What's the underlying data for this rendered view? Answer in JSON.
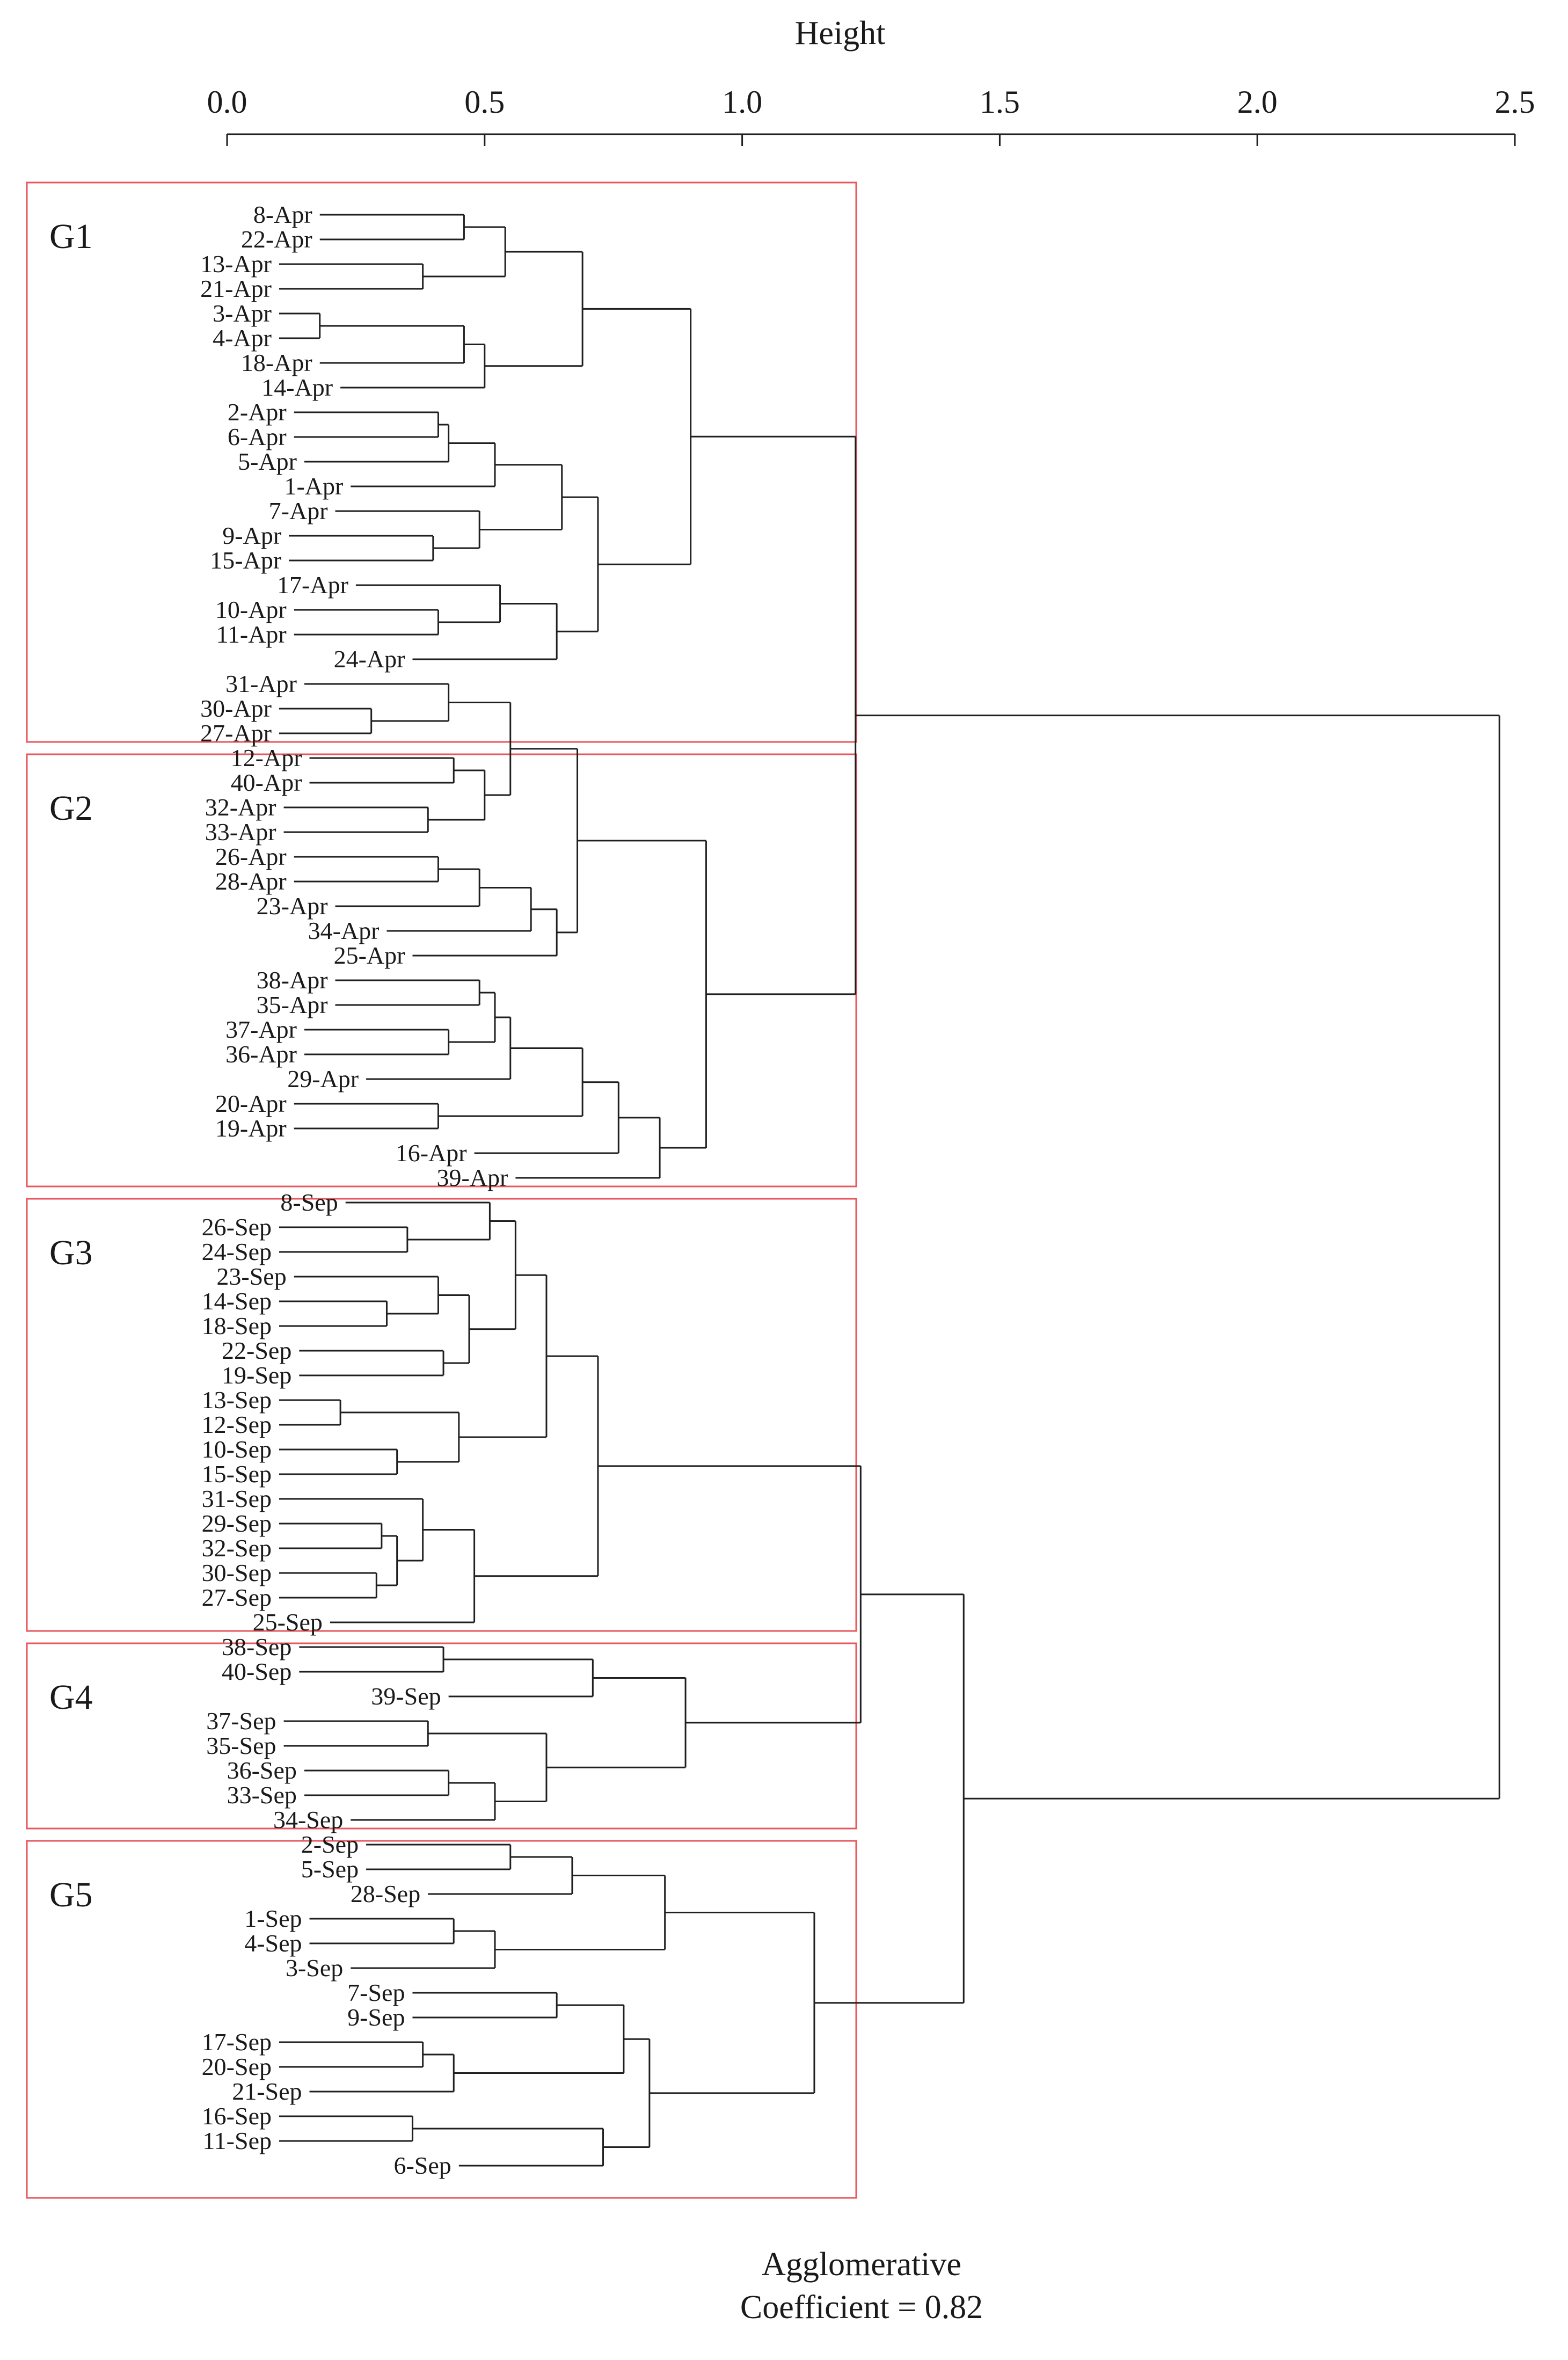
{
  "chart_data": {
    "type": "dendrogram",
    "axis": {
      "label": "Height",
      "range": [
        0,
        2.5
      ],
      "ticks": [
        "0.0",
        "0.5",
        "1.0",
        "1.5",
        "2.0",
        "2.5"
      ],
      "position": "top"
    },
    "groups": [
      {
        "name": "G1",
        "color": "#e8575c"
      },
      {
        "name": "G2",
        "color": "#e8575c"
      },
      {
        "name": "G3",
        "color": "#e8575c"
      },
      {
        "name": "G4",
        "color": "#e8575c"
      },
      {
        "name": "G5",
        "color": "#e8575c"
      }
    ],
    "leaves": [
      "8-Apr",
      "22-Apr",
      "13-Apr",
      "21-Apr",
      "3-Apr",
      "4-Apr",
      "18-Apr",
      "14-Apr",
      "2-Apr",
      "6-Apr",
      "5-Apr",
      "1-Apr",
      "7-Apr",
      "9-Apr",
      "15-Apr",
      "17-Apr",
      "10-Apr",
      "11-Apr",
      "24-Apr",
      "31-Apr",
      "30-Apr",
      "27-Apr",
      "12-Apr",
      "40-Apr",
      "32-Apr",
      "33-Apr",
      "26-Apr",
      "28-Apr",
      "23-Apr",
      "34-Apr",
      "25-Apr",
      "38-Apr",
      "35-Apr",
      "37-Apr",
      "36-Apr",
      "29-Apr",
      "20-Apr",
      "19-Apr",
      "16-Apr",
      "39-Apr",
      "8-Sep",
      "26-Sep",
      "24-Sep",
      "23-Sep",
      "14-Sep",
      "18-Sep",
      "22-Sep",
      "19-Sep",
      "13-Sep",
      "12-Sep",
      "10-Sep",
      "15-Sep",
      "31-Sep",
      "29-Sep",
      "32-Sep",
      "30-Sep",
      "27-Sep",
      "25-Sep",
      "38-Sep",
      "40-Sep",
      "39-Sep",
      "37-Sep",
      "35-Sep",
      "36-Sep",
      "33-Sep",
      "34-Sep",
      "2-Sep",
      "5-Sep",
      "28-Sep",
      "1-Sep",
      "4-Sep",
      "3-Sep",
      "7-Sep",
      "9-Sep",
      "17-Sep",
      "20-Sep",
      "21-Sep",
      "16-Sep",
      "11-Sep",
      "6-Sep"
    ],
    "merges": [
      {
        "id": "m1",
        "children": [
          "8-Apr",
          "22-Apr"
        ],
        "height": 0.46
      },
      {
        "id": "m2",
        "children": [
          "13-Apr",
          "21-Apr"
        ],
        "height": 0.38
      },
      {
        "id": "m3",
        "children": [
          "m1",
          "m2"
        ],
        "height": 0.54
      },
      {
        "id": "m4",
        "children": [
          "3-Apr",
          "4-Apr"
        ],
        "height": 0.18
      },
      {
        "id": "m5",
        "children": [
          "m4",
          "18-Apr"
        ],
        "height": 0.46
      },
      {
        "id": "m6",
        "children": [
          "m5",
          "14-Apr"
        ],
        "height": 0.5
      },
      {
        "id": "m7",
        "children": [
          "m3",
          "m6"
        ],
        "height": 0.69
      },
      {
        "id": "m8",
        "children": [
          "2-Apr",
          "6-Apr"
        ],
        "height": 0.41
      },
      {
        "id": "m9",
        "children": [
          "m8",
          "5-Apr"
        ],
        "height": 0.43
      },
      {
        "id": "m10",
        "children": [
          "m9",
          "1-Apr"
        ],
        "height": 0.52
      },
      {
        "id": "m11",
        "children": [
          "9-Apr",
          "15-Apr"
        ],
        "height": 0.4
      },
      {
        "id": "m12",
        "children": [
          "7-Apr",
          "m11"
        ],
        "height": 0.49
      },
      {
        "id": "m13",
        "children": [
          "m10",
          "m12"
        ],
        "height": 0.65
      },
      {
        "id": "m14",
        "children": [
          "10-Apr",
          "11-Apr"
        ],
        "height": 0.41
      },
      {
        "id": "m15",
        "children": [
          "17-Apr",
          "m14"
        ],
        "height": 0.53
      },
      {
        "id": "m16",
        "children": [
          "m15",
          "24-Apr"
        ],
        "height": 0.64
      },
      {
        "id": "m17",
        "children": [
          "m13",
          "m16"
        ],
        "height": 0.72
      },
      {
        "id": "m18",
        "children": [
          "m7",
          "m17"
        ],
        "height": 0.9
      },
      {
        "id": "m19",
        "children": [
          "30-Apr",
          "27-Apr"
        ],
        "height": 0.28
      },
      {
        "id": "m20",
        "children": [
          "31-Apr",
          "m19"
        ],
        "height": 0.43
      },
      {
        "id": "m21",
        "children": [
          "12-Apr",
          "40-Apr"
        ],
        "height": 0.44
      },
      {
        "id": "m22",
        "children": [
          "32-Apr",
          "33-Apr"
        ],
        "height": 0.39
      },
      {
        "id": "m23",
        "children": [
          "m21",
          "m22"
        ],
        "height": 0.5
      },
      {
        "id": "m24",
        "children": [
          "m20",
          "m23"
        ],
        "height": 0.55
      },
      {
        "id": "m25",
        "children": [
          "26-Apr",
          "28-Apr"
        ],
        "height": 0.41
      },
      {
        "id": "m26",
        "children": [
          "m25",
          "23-Apr"
        ],
        "height": 0.49
      },
      {
        "id": "m27",
        "children": [
          "m26",
          "34-Apr"
        ],
        "height": 0.59
      },
      {
        "id": "m28",
        "children": [
          "m27",
          "25-Apr"
        ],
        "height": 0.64
      },
      {
        "id": "m29",
        "children": [
          "m24",
          "m28"
        ],
        "height": 0.68
      },
      {
        "id": "m30",
        "children": [
          "38-Apr",
          "35-Apr"
        ],
        "height": 0.49
      },
      {
        "id": "m31",
        "children": [
          "37-Apr",
          "36-Apr"
        ],
        "height": 0.43
      },
      {
        "id": "m32",
        "children": [
          "m30",
          "m31"
        ],
        "height": 0.52
      },
      {
        "id": "m33",
        "children": [
          "m32",
          "29-Apr"
        ],
        "height": 0.55
      },
      {
        "id": "m34",
        "children": [
          "20-Apr",
          "19-Apr"
        ],
        "height": 0.41
      },
      {
        "id": "m35",
        "children": [
          "m33",
          "m34"
        ],
        "height": 0.69
      },
      {
        "id": "m36",
        "children": [
          "m35",
          "16-Apr"
        ],
        "height": 0.76
      },
      {
        "id": "m37",
        "children": [
          "m36",
          "39-Apr"
        ],
        "height": 0.84
      },
      {
        "id": "m38",
        "children": [
          "m29",
          "m37"
        ],
        "height": 0.93
      },
      {
        "id": "m39",
        "children": [
          "m18",
          "m38"
        ],
        "height": 1.22
      },
      {
        "id": "m40",
        "children": [
          "26-Sep",
          "24-Sep"
        ],
        "height": 0.35
      },
      {
        "id": "m41",
        "children": [
          "8-Sep",
          "m40"
        ],
        "height": 0.51
      },
      {
        "id": "m42",
        "children": [
          "14-Sep",
          "18-Sep"
        ],
        "height": 0.31
      },
      {
        "id": "m43",
        "children": [
          "23-Sep",
          "m42"
        ],
        "height": 0.41
      },
      {
        "id": "m44",
        "children": [
          "22-Sep",
          "19-Sep"
        ],
        "height": 0.42
      },
      {
        "id": "m45",
        "children": [
          "m43",
          "m44"
        ],
        "height": 0.47
      },
      {
        "id": "m46",
        "children": [
          "m41",
          "m45"
        ],
        "height": 0.56
      },
      {
        "id": "m47",
        "children": [
          "13-Sep",
          "12-Sep"
        ],
        "height": 0.22
      },
      {
        "id": "m48",
        "children": [
          "10-Sep",
          "15-Sep"
        ],
        "height": 0.33
      },
      {
        "id": "m49",
        "children": [
          "m47",
          "m48"
        ],
        "height": 0.45
      },
      {
        "id": "m50",
        "children": [
          "m46",
          "m49"
        ],
        "height": 0.62
      },
      {
        "id": "m51",
        "children": [
          "29-Sep",
          "32-Sep"
        ],
        "height": 0.3
      },
      {
        "id": "m52",
        "children": [
          "30-Sep",
          "27-Sep"
        ],
        "height": 0.29
      },
      {
        "id": "m53",
        "children": [
          "m51",
          "m52"
        ],
        "height": 0.33
      },
      {
        "id": "m54",
        "children": [
          "31-Sep",
          "m53"
        ],
        "height": 0.38
      },
      {
        "id": "m55",
        "children": [
          "m54",
          "25-Sep"
        ],
        "height": 0.48
      },
      {
        "id": "m56",
        "children": [
          "m50",
          "m55"
        ],
        "height": 0.72
      },
      {
        "id": "m57",
        "children": [
          "38-Sep",
          "40-Sep"
        ],
        "height": 0.42
      },
      {
        "id": "m58",
        "children": [
          "m57",
          "39-Sep"
        ],
        "height": 0.71
      },
      {
        "id": "m59",
        "children": [
          "37-Sep",
          "35-Sep"
        ],
        "height": 0.39
      },
      {
        "id": "m60",
        "children": [
          "36-Sep",
          "33-Sep"
        ],
        "height": 0.43
      },
      {
        "id": "m61",
        "children": [
          "m60",
          "34-Sep"
        ],
        "height": 0.52
      },
      {
        "id": "m62",
        "children": [
          "m59",
          "m61"
        ],
        "height": 0.62
      },
      {
        "id": "m63",
        "children": [
          "m58",
          "m62"
        ],
        "height": 0.89
      },
      {
        "id": "m64",
        "children": [
          "m56",
          "m63"
        ],
        "height": 1.23
      },
      {
        "id": "m65",
        "children": [
          "2-Sep",
          "5-Sep"
        ],
        "height": 0.55
      },
      {
        "id": "m66",
        "children": [
          "m65",
          "28-Sep"
        ],
        "height": 0.67
      },
      {
        "id": "m67",
        "children": [
          "1-Sep",
          "4-Sep"
        ],
        "height": 0.44
      },
      {
        "id": "m68",
        "children": [
          "m67",
          "3-Sep"
        ],
        "height": 0.52
      },
      {
        "id": "m69",
        "children": [
          "m66",
          "m68"
        ],
        "height": 0.85
      },
      {
        "id": "m70",
        "children": [
          "7-Sep",
          "9-Sep"
        ],
        "height": 0.64
      },
      {
        "id": "m71",
        "children": [
          "17-Sep",
          "20-Sep"
        ],
        "height": 0.38
      },
      {
        "id": "m72",
        "children": [
          "m71",
          "21-Sep"
        ],
        "height": 0.44
      },
      {
        "id": "m73",
        "children": [
          "m70",
          "m72"
        ],
        "height": 0.77
      },
      {
        "id": "m74",
        "children": [
          "16-Sep",
          "11-Sep"
        ],
        "height": 0.36
      },
      {
        "id": "m75",
        "children": [
          "m74",
          "6-Sep"
        ],
        "height": 0.73
      },
      {
        "id": "m76",
        "children": [
          "m73",
          "m75"
        ],
        "height": 0.82
      },
      {
        "id": "m77",
        "children": [
          "m69",
          "m76"
        ],
        "height": 1.14
      },
      {
        "id": "m78",
        "children": [
          "m64",
          "m77"
        ],
        "height": 1.43
      },
      {
        "id": "m79",
        "children": [
          "m39",
          "m78"
        ],
        "height": 2.47
      }
    ],
    "footnote_line1": "Agglomerative",
    "footnote_line2": "Coefficient = 0.82",
    "line_color": "#1f1f1f",
    "box_color": "#e8575c"
  }
}
